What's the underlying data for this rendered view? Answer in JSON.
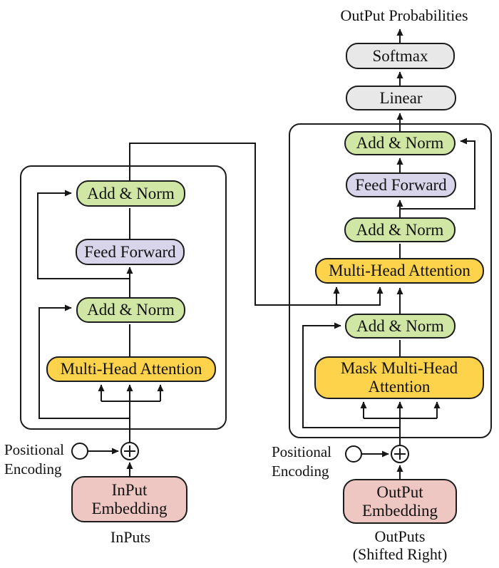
{
  "output_head": {
    "probabilities_label": "OutPut Probabilities",
    "softmax_label": "Softmax",
    "linear_label": "Linear"
  },
  "encoder": {
    "add_norm_top_label": "Add & Norm",
    "feed_forward_label": "Feed Forward",
    "add_norm_bottom_label": "Add & Norm",
    "attention_label": "Multi-Head Attention",
    "positional_encoding_line1": "Positional",
    "positional_encoding_line2": "Encoding",
    "embedding_line1": "InPut",
    "embedding_line2": "Embedding",
    "inputs_caption": "InPuts"
  },
  "decoder": {
    "add_norm_top_label": "Add & Norm",
    "feed_forward_label": "Feed Forward",
    "add_norm_middle_label": "Add & Norm",
    "attention_label": "Multi-Head Attention",
    "add_norm_bottom_label": "Add & Norm",
    "masked_attention_line1": "Mask Multi-Head",
    "masked_attention_line2": "Attention",
    "positional_encoding_line1": "Positional",
    "positional_encoding_line2": "Encoding",
    "embedding_line1": "OutPut",
    "embedding_line2": "Embedding",
    "outputs_caption": "OutPuts",
    "outputs_caption_sub": "(Shifted Right)"
  },
  "colors": {
    "add-norm-fill": "#cfe6a4",
    "feed-forward-fill": "#d8d4e9",
    "attention-fill": "#fdd34b",
    "io-fill": "#e8e8e8",
    "embedding-fill": "#eec7c2",
    "wire": "#161616",
    "border": "#1c1c1c",
    "background": "#ffffff"
  }
}
